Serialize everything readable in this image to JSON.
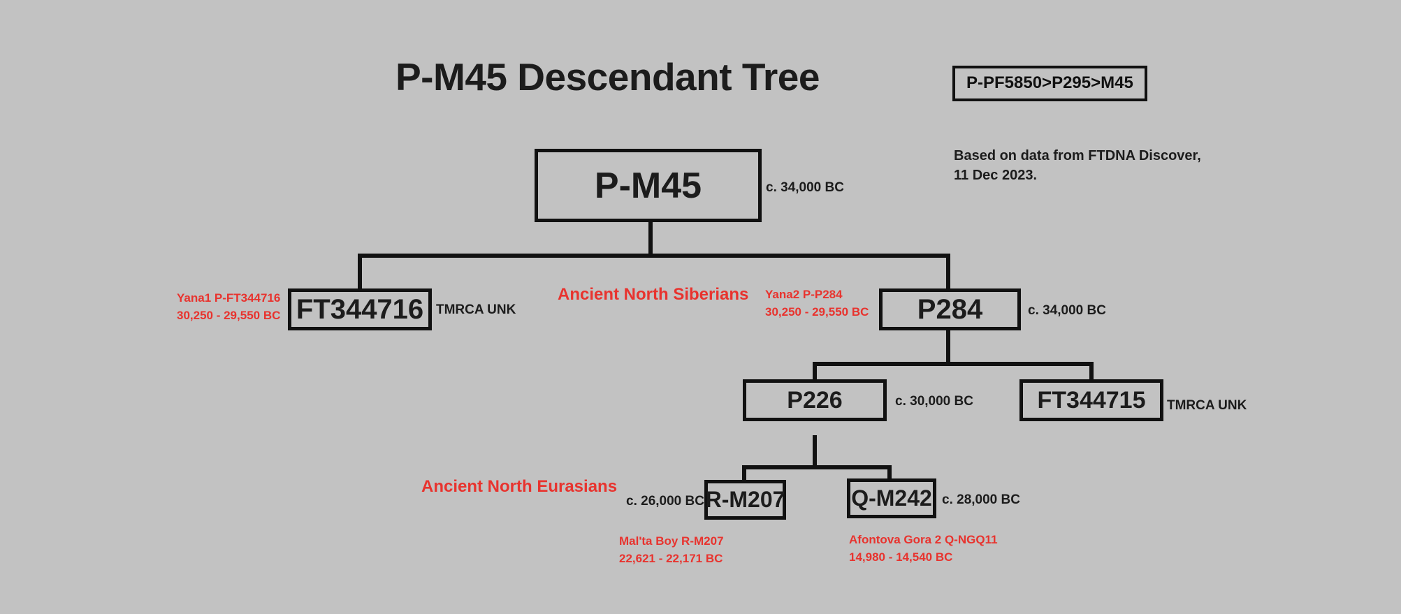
{
  "header": {
    "title": "P-M45 Descendant Tree",
    "path_badge": "P-PF5850>P295>M45",
    "credit_line1": "Based on data from FTDNA Discover,",
    "credit_line2": "11 Dec 2023."
  },
  "group_labels": {
    "siberians": "Ancient North Siberians",
    "eurasians": "Ancient North Eurasians"
  },
  "nodes": {
    "root": {
      "label": "P-M45",
      "date": "c. 34,000 BC"
    },
    "ft344716": {
      "label": "FT344716",
      "date": "TMRCA UNK"
    },
    "p284": {
      "label": "P284",
      "date": "c. 34,000 BC"
    },
    "p226": {
      "label": "P226",
      "date": "c. 30,000 BC"
    },
    "ft344715": {
      "label": "FT344715",
      "date": "TMRCA UNK"
    },
    "rm207": {
      "label": "R-M207",
      "date": "c. 26,000 BC"
    },
    "qm242": {
      "label": "Q-M242",
      "date": "c. 28,000 BC"
    }
  },
  "samples": {
    "yana1": {
      "line1": "Yana1 P-FT344716",
      "line2": "30,250 - 29,550 BC"
    },
    "yana2": {
      "line1": "Yana2 P-P284",
      "line2": "30,250 - 29,550 BC"
    },
    "malta": {
      "line1": "Mal'ta Boy R-M207",
      "line2": "22,621 - 22,171 BC"
    },
    "afontova": {
      "line1": "Afontova Gora 2 Q-NGQ11",
      "line2": "14,980 - 14,540 BC"
    }
  },
  "colors": {
    "background": "#c2c2c2",
    "ink": "#1c1c1c",
    "annotation_red": "#e8332e",
    "border": "#111111"
  }
}
